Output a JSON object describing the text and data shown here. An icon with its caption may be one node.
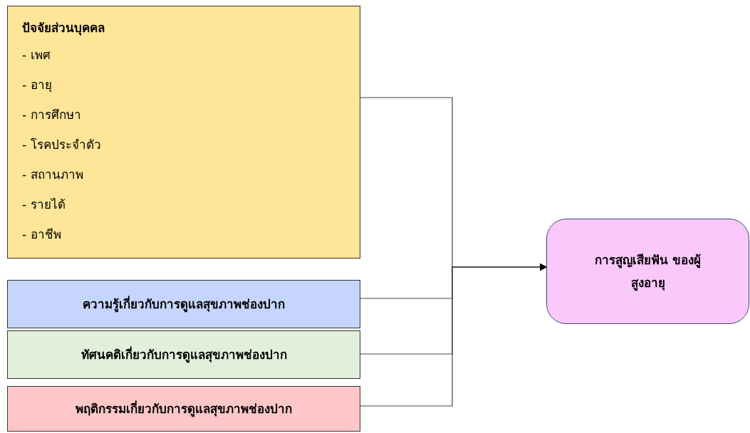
{
  "diagram": {
    "nodes": [
      {
        "text": [
          "ปัจจัยส่วนบุคคล",
          "- เพศ",
          "- อายุ",
          "- การศึกษา",
          "- โรคประจำตัว",
          "- สถานภาพ",
          "- รายได้",
          "- อาชีพ"
        ]
      },
      {
        "text": [
          "ความรู้เกี่ยวกับการดูแลสุขภาพช่องปาก"
        ]
      },
      {
        "text": [
          "ทัศนคติเกี่ยวกับการดูแลสุขภาพช่องปาก"
        ]
      },
      {
        "text": [
          "พฤติกรรมเกี่ยวกับการดูแลสุขภาพช่องปาก"
        ]
      },
      {
        "text": [
          "การสูญเสียฟัน ของผู้สูงอายุ"
        ]
      }
    ],
    "edges": [
      {
        "from": 0,
        "to": 4,
        "arrow": "to"
      },
      {
        "from": 1,
        "to": 4,
        "arrow": "to"
      },
      {
        "from": 2,
        "to": 4,
        "arrow": "to"
      },
      {
        "from": 3,
        "to": 4,
        "arrow": "to"
      }
    ]
  }
}
